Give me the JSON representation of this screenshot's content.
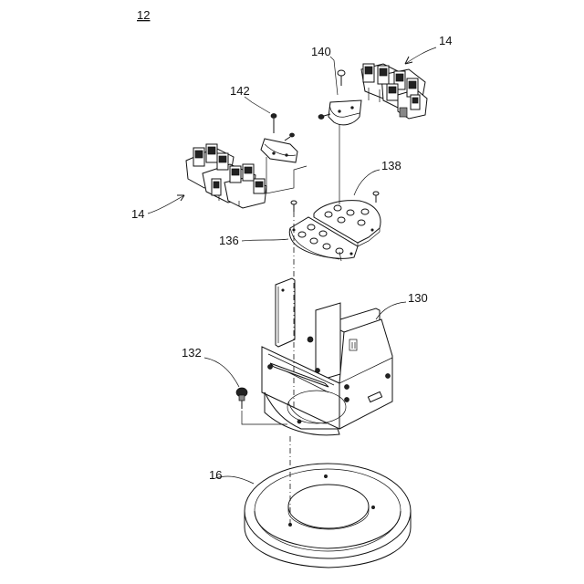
{
  "figure_number": "12",
  "labels": {
    "assembly_top_right": "14",
    "assembly_left": "14",
    "bracket_right": "140",
    "bracket_left": "142",
    "plate_right": "138",
    "plate_left": "136",
    "frame": "130",
    "knob": "132",
    "base": "16"
  }
}
